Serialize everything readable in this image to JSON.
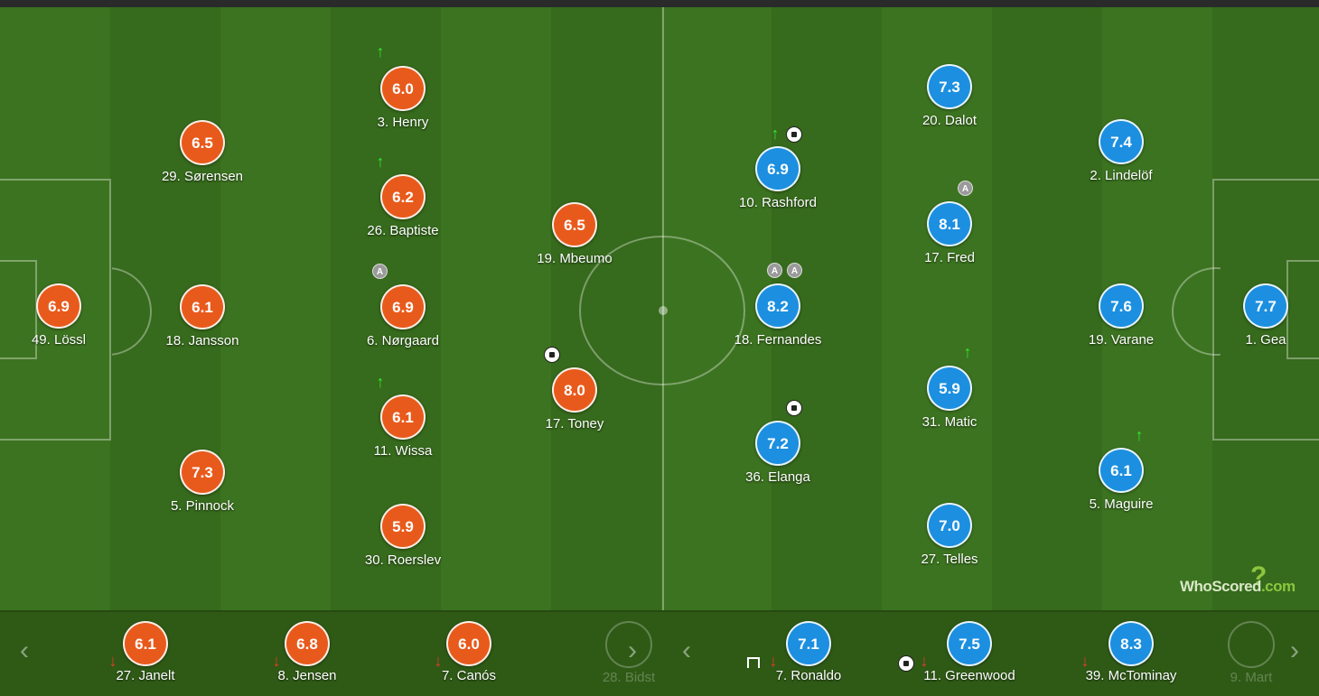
{
  "home_team": {
    "color": "#e85a1c",
    "players": [
      {
        "name": "49. Lössl",
        "rating": "6.9"
      },
      {
        "name": "29. Sørensen",
        "rating": "6.5"
      },
      {
        "name": "18. Jansson",
        "rating": "6.1"
      },
      {
        "name": "5. Pinnock",
        "rating": "7.3"
      },
      {
        "name": "3. Henry",
        "rating": "6.0"
      },
      {
        "name": "26. Baptiste",
        "rating": "6.2"
      },
      {
        "name": "6. Nørgaard",
        "rating": "6.9"
      },
      {
        "name": "11. Wissa",
        "rating": "6.1"
      },
      {
        "name": "30. Roerslev",
        "rating": "5.9"
      },
      {
        "name": "19. Mbeumo",
        "rating": "6.5"
      },
      {
        "name": "17. Toney",
        "rating": "8.0"
      }
    ],
    "substitutes": [
      {
        "name": "27. Janelt",
        "rating": "6.1"
      },
      {
        "name": "8. Jensen",
        "rating": "6.8"
      },
      {
        "name": "7. Canós",
        "rating": "6.0"
      },
      {
        "name": "28. Bidst",
        "rating": ""
      }
    ]
  },
  "away_team": {
    "color": "#1c8fe0",
    "players": [
      {
        "name": "10. Rashford",
        "rating": "6.9"
      },
      {
        "name": "18. Fernandes",
        "rating": "8.2"
      },
      {
        "name": "36. Elanga",
        "rating": "7.2"
      },
      {
        "name": "20. Dalot",
        "rating": "7.3"
      },
      {
        "name": "17. Fred",
        "rating": "8.1"
      },
      {
        "name": "31. Matic",
        "rating": "5.9"
      },
      {
        "name": "27. Telles",
        "rating": "7.0"
      },
      {
        "name": "2. Lindelöf",
        "rating": "7.4"
      },
      {
        "name": "19. Varane",
        "rating": "7.6"
      },
      {
        "name": "5. Maguire",
        "rating": "6.1"
      },
      {
        "name": "1. Gea",
        "rating": "7.7"
      }
    ],
    "substitutes": [
      {
        "name": "7. Ronaldo",
        "rating": "7.1"
      },
      {
        "name": "11. Greenwood",
        "rating": "7.5"
      },
      {
        "name": "39. McTominay",
        "rating": "8.3"
      },
      {
        "name": "9. Mart",
        "rating": ""
      }
    ]
  },
  "assist_label": "A",
  "logo": {
    "text_main": "WhoScored",
    "text_suffix": ".com",
    "mark": "?"
  },
  "icons": {
    "sub_in": "arrow-up-icon",
    "sub_out": "arrow-down-icon",
    "goal": "ball-icon",
    "assist": "assist-icon",
    "prev": "chevron-left-icon",
    "next": "chevron-right-icon"
  }
}
